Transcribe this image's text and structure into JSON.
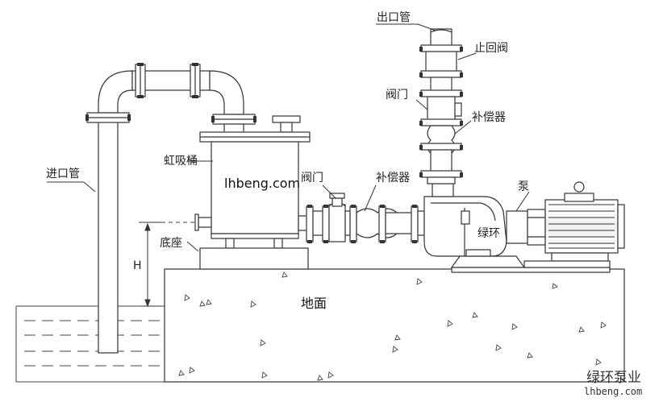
{
  "labels": {
    "outlet_pipe": "出口管",
    "check_valve": "止回阀",
    "valve_top": "阀门",
    "compensator_top": "补偿器",
    "inlet_pipe": "进口管",
    "siphon_tank": "虹吸桶",
    "valve_mid": "阀门",
    "compensator_mid": "补偿器",
    "pump": "泵",
    "green_ring": "绿环",
    "base": "底座",
    "height_mark": "H",
    "ground": "地面"
  },
  "tank_website": "lhbeng.com",
  "watermark": {
    "brand": "绿环泵业",
    "url": "lhbeng.com"
  }
}
